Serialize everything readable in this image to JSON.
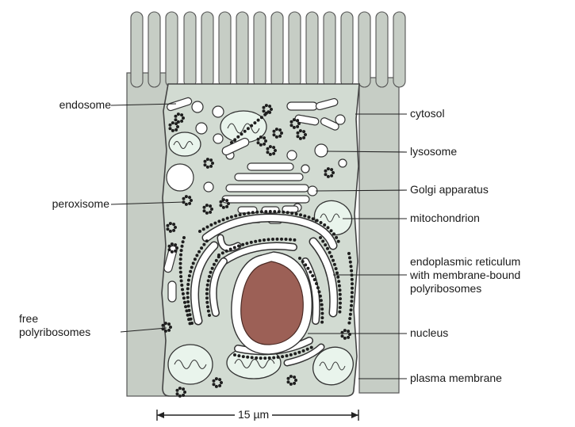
{
  "labels": {
    "endosome": "endosome",
    "peroxisome": "peroxisome",
    "free_polyribosomes_line1": "free",
    "free_polyribosomes_line2": "polyribosomes",
    "cytosol": "cytosol",
    "lysosome": "lysosome",
    "golgi": "Golgi apparatus",
    "mitochondrion": "mitochondrion",
    "er_line1": "endoplasmic reticulum",
    "er_line2": "with membrane-bound",
    "er_line3": "polyribosomes",
    "nucleus": "nucleus",
    "plasma_membrane": "plasma membrane"
  },
  "scale_bar": {
    "label": "15 µm"
  },
  "colors": {
    "neighbor_cell": "#c6cdc5",
    "cytoplasm": "#d2dbd2",
    "nucleus": "#9c6056",
    "mitochondria_fill": "#e9f4ec",
    "organelle_outline": "#333333",
    "ribosome": "#1e1e1e"
  }
}
